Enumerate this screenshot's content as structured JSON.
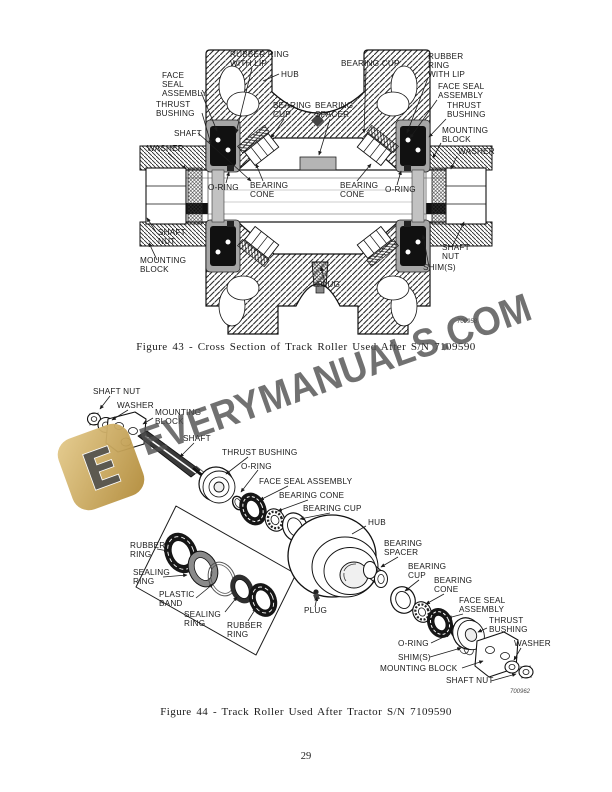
{
  "page": {
    "number": "29"
  },
  "watermark": {
    "text": "EVERYMANUALS.COM",
    "logo_letter": "E",
    "gold_color": "#C9A04E",
    "text_color": "#4E4E4E"
  },
  "fig43": {
    "caption": "Figure 43 - Cross Section of Track Roller Used After S/N 7109590",
    "part_no": "700958",
    "labels": {
      "rubber_ring_lip_l": [
        "RUBBER RING",
        "WITH LIP"
      ],
      "hub": [
        "HUB"
      ],
      "bearing_cup_top": [
        "BEARING CUP"
      ],
      "rubber_ring_lip_r": [
        "RUBBER",
        "RING",
        "WITH LIP"
      ],
      "face_seal_l": [
        "FACE",
        "SEAL",
        "ASSEMBLY"
      ],
      "face_seal_r": [
        "FACE SEAL",
        "ASSEMBLY"
      ],
      "thrust_bushing_l": [
        "THRUST",
        "BUSHING"
      ],
      "thrust_bushing_r": [
        "THRUST",
        "BUSHING"
      ],
      "bearing_cup_mid": [
        "BEARING",
        "CUP"
      ],
      "bearing_spacer": [
        "BEARING",
        "SPACER"
      ],
      "mounting_block_r": [
        "MOUNTING",
        "BLOCK"
      ],
      "shaft": [
        "SHAFT"
      ],
      "washer_l": [
        "WASHER"
      ],
      "washer_r": [
        "WASHER"
      ],
      "o_ring_l": [
        "O-RING"
      ],
      "o_ring_r": [
        "O-RING"
      ],
      "bearing_cone_l": [
        "BEARING",
        "CONE"
      ],
      "bearing_cone_r": [
        "BEARING",
        "CONE"
      ],
      "shaft_nut_l": [
        "SHAFT",
        "NUT"
      ],
      "mounting_block_l": [
        "MOUNTING",
        "BLOCK"
      ],
      "plug": [
        "PLUG"
      ],
      "shaft_nut_r": [
        "SHAFT",
        "NUT"
      ],
      "shims_r": [
        "SHIM(S)"
      ]
    }
  },
  "fig44": {
    "caption": "Figure 44 - Track Roller Used After Tractor S/N 7109590",
    "part_no": "700962",
    "labels": {
      "shaft_nut_l": [
        "SHAFT NUT"
      ],
      "washer_l": [
        "WASHER"
      ],
      "mounting_block_l": [
        "MOUNTING",
        "BLOCK"
      ],
      "shaft": [
        "SHAFT"
      ],
      "thrust_bushing_l": [
        "THRUST BUSHING"
      ],
      "o_ring_l": [
        "O-RING"
      ],
      "face_seal_l": [
        "FACE SEAL ASSEMBLY"
      ],
      "bearing_cone_l": [
        "BEARING CONE"
      ],
      "bearing_cup_l": [
        "BEARING CUP"
      ],
      "hub": [
        "HUB"
      ],
      "bearing_spacer": [
        "BEARING",
        "SPACER"
      ],
      "bearing_cup_r": [
        "BEARING",
        "CUP"
      ],
      "bearing_cone_r": [
        "BEARING",
        "CONE"
      ],
      "face_seal_r": [
        "FACE SEAL",
        "ASSEMBLY"
      ],
      "thrust_bushing_r": [
        "THRUST",
        "BUSHING"
      ],
      "washer_r": [
        "WASHER"
      ],
      "o_ring_r": [
        "O-RING"
      ],
      "shims": [
        "SHIM(S)"
      ],
      "mounting_block_r": [
        "MOUNTING BLOCK"
      ],
      "shaft_nut_r": [
        "SHAFT NUT"
      ],
      "rubber_ring_1": [
        "RUBBER",
        "RING"
      ],
      "sealing_ring_1": [
        "SEALING",
        "RING"
      ],
      "plastic_band": [
        "PLASTIC",
        "BAND"
      ],
      "sealing_ring_2": [
        "SEALING",
        "RING"
      ],
      "rubber_ring_2": [
        "RUBBER",
        "RING"
      ],
      "plug": [
        "PLUG"
      ]
    }
  }
}
